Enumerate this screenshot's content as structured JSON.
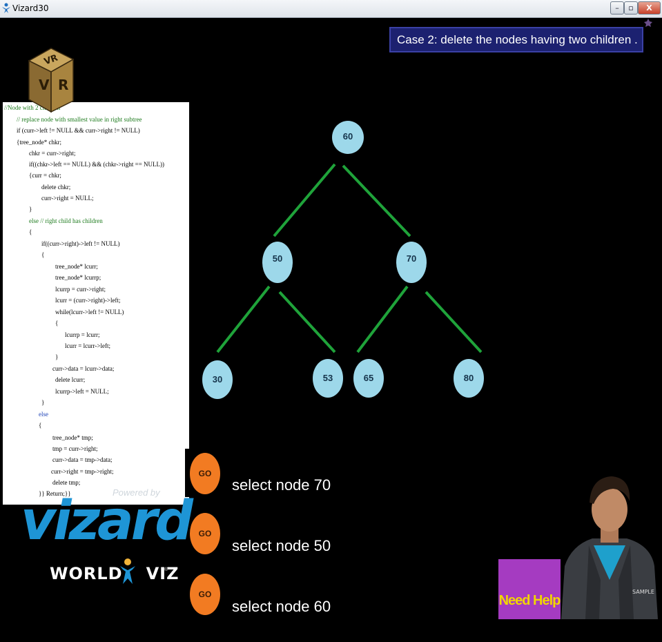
{
  "window": {
    "title": "Vizard30",
    "buttons": {
      "minimize": "–",
      "maximize": "▫",
      "close": "X"
    }
  },
  "case_banner": "Case 2: delete the nodes having two children .",
  "code_lines": [
    {
      "text": "//Node with 2 children",
      "cls": "c-com",
      "indent": 0
    },
    {
      "text": "// replace node with smallest value in right subtree",
      "cls": "c-com",
      "indent": 18
    },
    {
      "text": "if (curr->left != NULL && curr->right != NULL)",
      "cls": "",
      "indent": 18
    },
    {
      "text": "{tree_node* chkr;",
      "cls": "",
      "indent": 18
    },
    {
      "text": "chkr = curr->right;",
      "cls": "",
      "indent": 36
    },
    {
      "text": "if((chkr->left == NULL) && (chkr->right == NULL))",
      "cls": "",
      "indent": 36
    },
    {
      "text": "{curr = chkr;",
      "cls": "",
      "indent": 36
    },
    {
      "text": "delete chkr;",
      "cls": "",
      "indent": 54
    },
    {
      "text": "curr->right = NULL;",
      "cls": "",
      "indent": 54
    },
    {
      "text": "}",
      "cls": "",
      "indent": 36
    },
    {
      "text": "else // right child has children",
      "cls": "c-com",
      "indent": 36
    },
    {
      "text": "{",
      "cls": "",
      "indent": 36
    },
    {
      "text": "if((curr->right)->left != NULL)",
      "cls": "",
      "indent": 54
    },
    {
      "text": "{",
      "cls": "",
      "indent": 54
    },
    {
      "text": "tree_node* lcurr;",
      "cls": "",
      "indent": 74
    },
    {
      "text": "tree_node* lcurrp;",
      "cls": "",
      "indent": 74
    },
    {
      "text": "lcurrp = curr->right;",
      "cls": "",
      "indent": 74
    },
    {
      "text": "lcurr = (curr->right)->left;",
      "cls": "",
      "indent": 74
    },
    {
      "text": "while(lcurr->left != NULL)",
      "cls": "",
      "indent": 74
    },
    {
      "text": "{",
      "cls": "",
      "indent": 74
    },
    {
      "text": "lcurrp = lcurr;",
      "cls": "",
      "indent": 88
    },
    {
      "text": "lcurr = lcurr->left;",
      "cls": "",
      "indent": 88
    },
    {
      "text": "}",
      "cls": "",
      "indent": 74
    },
    {
      "text": "curr->data = lcurr->data;",
      "cls": "",
      "indent": 70
    },
    {
      "text": "delete lcurr;",
      "cls": "",
      "indent": 74
    },
    {
      "text": "lcurrp->left = NULL;",
      "cls": "",
      "indent": 74
    },
    {
      "text": "}",
      "cls": "",
      "indent": 54
    },
    {
      "text": "else",
      "cls": "c-kw",
      "indent": 50
    },
    {
      "text": "{",
      "cls": "",
      "indent": 50
    },
    {
      "text": "tree_node* tmp;",
      "cls": "",
      "indent": 70
    },
    {
      "text": "tmp = curr->right;",
      "cls": "",
      "indent": 70
    },
    {
      "text": "curr->data = tmp->data;",
      "cls": "",
      "indent": 70
    },
    {
      "text": "curr->right = tmp->right;",
      "cls": "",
      "indent": 68
    },
    {
      "text": "delete tmp;",
      "cls": "",
      "indent": 70
    },
    {
      "text": "}} Return;}}",
      "cls": "",
      "indent": 50
    }
  ],
  "tree": {
    "nodes": [
      {
        "id": "60",
        "label": "60"
      },
      {
        "id": "50",
        "label": "50"
      },
      {
        "id": "70",
        "label": "70"
      },
      {
        "id": "30",
        "label": "30"
      },
      {
        "id": "53",
        "label": "53"
      },
      {
        "id": "65",
        "label": "65"
      },
      {
        "id": "80",
        "label": "80"
      }
    ],
    "edge_color": "#1fa33a",
    "node_color": "#9dd8ea"
  },
  "actions": [
    {
      "go": "GO",
      "label": "select node 70"
    },
    {
      "go": "GO",
      "label": "select node 50"
    },
    {
      "go": "GO",
      "label": "select node 60"
    }
  ],
  "branding": {
    "powered_by": "Powered by",
    "product": "vizard",
    "company_left": "WORLD",
    "company_right": "VIZ",
    "registered": "®"
  },
  "help_button": "Need Help",
  "accent": {
    "go_orange": "#f27b22",
    "help_purple": "#a53bc1",
    "help_text": "#f1d600",
    "banner_blue": "#1c2170"
  }
}
